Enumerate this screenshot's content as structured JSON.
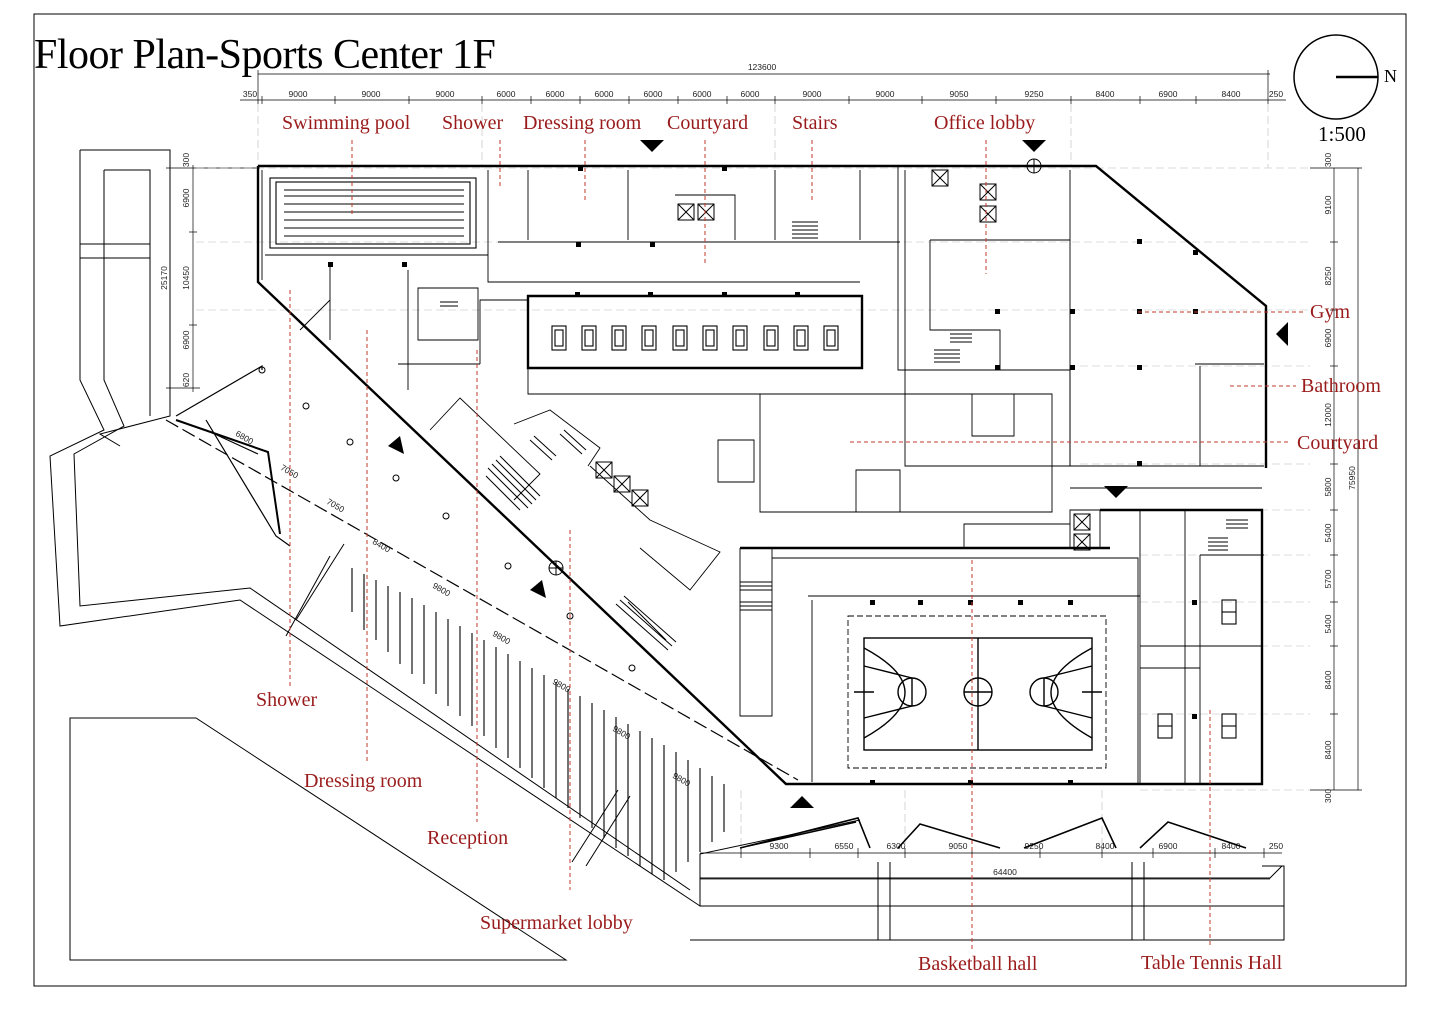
{
  "title": "Floor Plan-Sports Center 1F",
  "scale": "1:500",
  "north_label": "N",
  "labels": {
    "swimming_pool": "Swimming pool",
    "shower_top": "Shower",
    "dressing_room_top": "Dressing room",
    "courtyard_top": "Courtyard",
    "stairs": "Stairs",
    "office_lobby": "Office lobby",
    "gym": "Gym",
    "bathroom": "Bathroom",
    "courtyard_right": "Courtyard",
    "shower_left": "Shower",
    "dressing_room_left": "Dressing room",
    "reception": "Reception",
    "supermarket_lobby": "Supermarket lobby",
    "basketball_hall": "Basketball hall",
    "table_tennis_hall": "Table Tennis Hall"
  },
  "dimensions": {
    "top_total": "123600",
    "top_segments": [
      "350",
      "9000",
      "9000",
      "9000",
      "6000",
      "6000",
      "6000",
      "6000",
      "6000",
      "6000",
      "9000",
      "9000",
      "9050",
      "9250",
      "8400",
      "6900",
      "8400",
      "250"
    ],
    "bottom_total": "64400",
    "bottom_segments": [
      "9300",
      "6550",
      "6300",
      "9050",
      "9250",
      "8400",
      "6900",
      "8400",
      "250"
    ],
    "left_total": "25170",
    "left_segments": [
      "300",
      "6900",
      "10450",
      "6900",
      "620"
    ],
    "right_total": "75950",
    "right_segments": [
      "300",
      "9100",
      "8250",
      "6900",
      "12000",
      "5800",
      "5400",
      "5700",
      "5400",
      "8400",
      "8400",
      "300"
    ],
    "diagonal": [
      "6800",
      "7050",
      "7050",
      "8400",
      "9800",
      "9800",
      "9800",
      "9800",
      "9800"
    ]
  },
  "colors": {
    "label": "#9a1b1b",
    "line": "#000000",
    "leader": "#c0392b"
  }
}
